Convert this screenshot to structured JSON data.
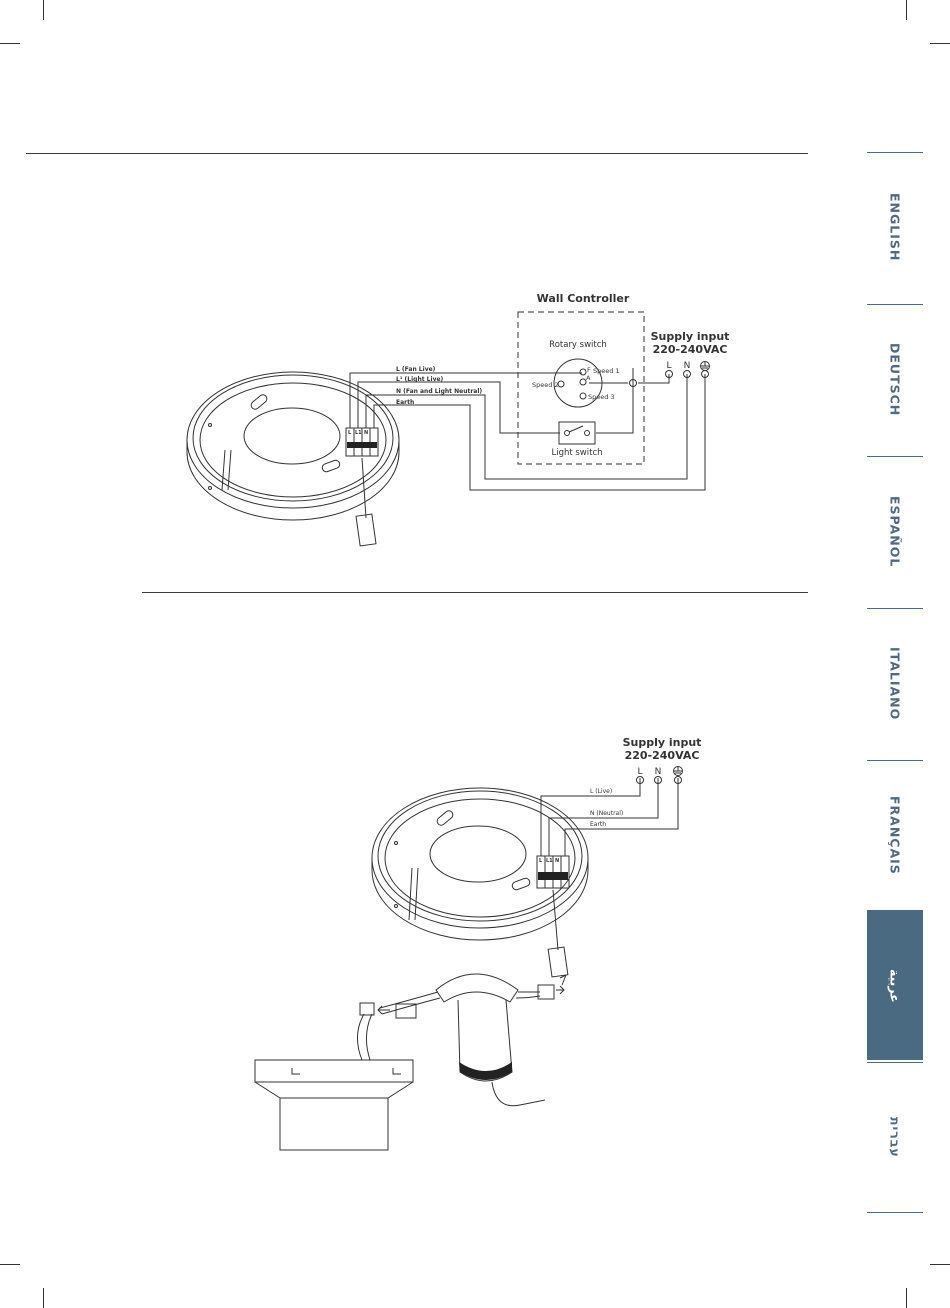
{
  "tabs": [
    {
      "label": "ENGLISH",
      "active": false
    },
    {
      "label": "DEUTSCH",
      "active": false
    },
    {
      "label": "ESPAÑOL",
      "active": false
    },
    {
      "label": "ITALIANO",
      "active": false
    },
    {
      "label": "FRANÇAIS",
      "active": false
    },
    {
      "label": "عربية",
      "active": true
    },
    {
      "label": "עברית",
      "active": false
    }
  ],
  "diagram1": {
    "wall_controller": "Wall Controller",
    "rotary_switch": "Rotary switch",
    "speed1": "Speed 1",
    "speed2": "Speed 2",
    "speed3": "Speed 3",
    "terminal_f": "F",
    "terminal_a": "A",
    "light_switch": "Light switch",
    "supply_title": "Supply input",
    "supply_voltage": "220-240VAC",
    "term_l": "L",
    "term_n": "N",
    "wire_fan_live": "L (Fan Live)",
    "wire_light_live": "L¹ (Light Live)",
    "wire_neutral": "N (Fan and Light Neutral)",
    "wire_earth": "Earth",
    "block_l": "L",
    "block_l1": "L1",
    "block_n": "N"
  },
  "diagram2": {
    "supply_title": "Supply input",
    "supply_voltage": "220-240VAC",
    "term_l": "L",
    "term_n": "N",
    "wire_live": "L (Live)",
    "wire_neutral": "N (Neutral)",
    "wire_earth": "Earth",
    "block_l": "L",
    "block_l1": "L1",
    "block_n": "N"
  },
  "colors": {
    "tab_accent": "#4a6a82"
  }
}
